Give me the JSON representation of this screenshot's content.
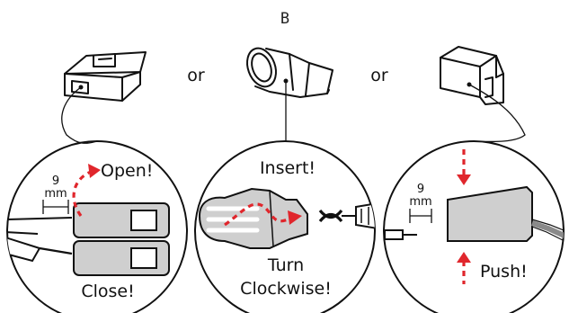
{
  "figure_title": "B",
  "connector_choices": {
    "or_left": "or",
    "or_right": "or"
  },
  "panel_lever": {
    "open_label": "Open!",
    "close_label": "Close!",
    "strip_length": "9",
    "strip_unit": "mm"
  },
  "panel_twist": {
    "insert_label": "Insert!",
    "turn_label": "Turn",
    "clockwise_label": "Clockwise!"
  },
  "panel_push": {
    "push_label": "Push!",
    "strip_length": "9",
    "strip_unit": "mm"
  },
  "colors": {
    "arrow": "#e0262c",
    "outline": "#111111",
    "housing_gray": "#cfcfcf",
    "cable_gray": "#8a8a8a"
  }
}
